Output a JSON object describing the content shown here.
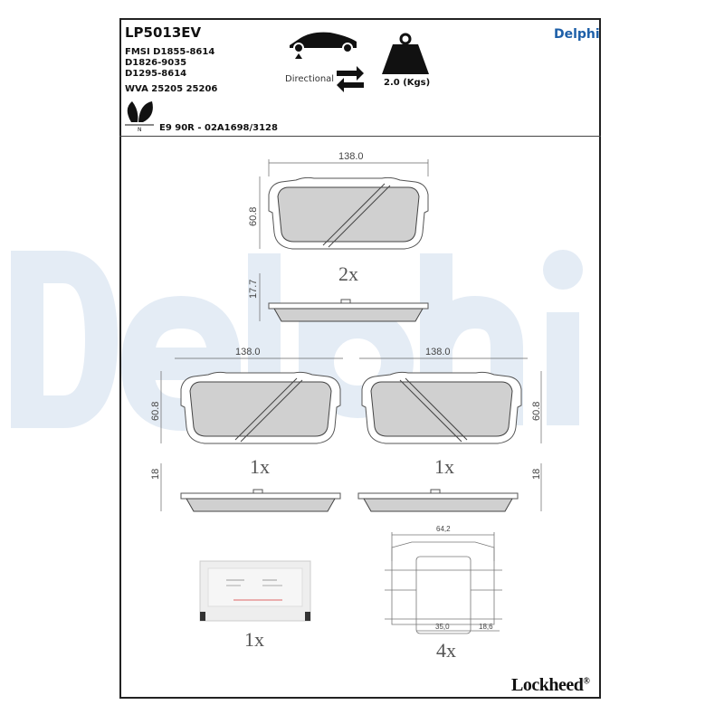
{
  "header": {
    "part_number": "LP5013EV",
    "fmsi_lines": [
      "FMSI D1855-8614",
      "D1826-9035",
      "D1295-8614"
    ],
    "wva": "WVA 25205 25206",
    "approval": "E9 90R - 02A1698/3128",
    "directional_label": "Directional",
    "weight": "2.0 (Kgs)",
    "brand": "Delphi",
    "eco_mark": "N",
    "icons": [
      "car-axle-icon",
      "directional-arrows-icon",
      "weight-icon",
      "leaf-eco-icon"
    ]
  },
  "watermark": "Delphi",
  "drawings": {
    "pad_pair": {
      "width": "138.0",
      "height": "60.8",
      "thickness": "17.7",
      "quantity": "2x"
    },
    "pad_left": {
      "width": "138.0",
      "height": "60.8",
      "thickness": "18",
      "quantity": "1x"
    },
    "pad_right": {
      "width": "138.0",
      "height": "60.8",
      "thickness": "18",
      "quantity": "1x"
    },
    "grease": {
      "quantity": "1x"
    },
    "clip": {
      "width": "64,2",
      "dim_a": "35,0",
      "dim_b": "18,6",
      "quantity": "4x"
    }
  },
  "footer": {
    "brand": "Lockheed",
    "mark": "®"
  },
  "colors": {
    "brand_blue": "#1d5fa8",
    "watermark": "#e4ecf5",
    "pad_fill": "#d0d0d0"
  }
}
